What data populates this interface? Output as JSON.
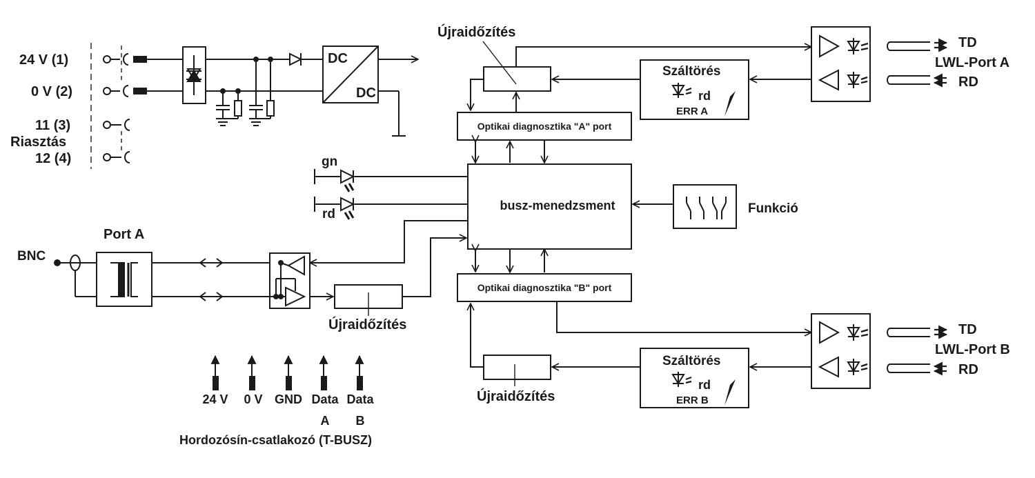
{
  "power": {
    "terminal_24v": "24 V (1)",
    "terminal_0v": "0 V (2)",
    "terminal_11": "11 (3)",
    "alarm": "Riasztás",
    "terminal_12": "12 (4)",
    "dc_in": "DC",
    "dc_out": "DC"
  },
  "leds": {
    "green": "gn",
    "red": "rd"
  },
  "bnc": {
    "label": "BNC",
    "port": "Port A"
  },
  "retiming": {
    "top": "Újraidőzítés",
    "middle": "Újraidőzítés",
    "bottom": "Újraidőzítés"
  },
  "diagnostics": {
    "port_a": "Optikai diagnosztika \"A\" port",
    "port_b": "Optikai diagnosztika \"B\" port"
  },
  "bus_management": "busz-menedzsment",
  "function": "Funkció",
  "fiber_break": {
    "a": {
      "title": "Száltörés",
      "led": "rd",
      "err": "ERR A"
    },
    "b": {
      "title": "Száltörés",
      "led": "rd",
      "err": "ERR B"
    }
  },
  "lwl": {
    "a": {
      "td": "TD",
      "name": "LWL-Port A",
      "rd": "RD"
    },
    "b": {
      "td": "TD",
      "name": "LWL-Port B",
      "rd": "RD"
    }
  },
  "t_bus": {
    "pins": [
      {
        "line1": "24 V",
        "line2": ""
      },
      {
        "line1": "0 V",
        "line2": ""
      },
      {
        "line1": "GND",
        "line2": ""
      },
      {
        "line1": "Data",
        "line2": "A"
      },
      {
        "line1": "Data",
        "line2": "B"
      }
    ],
    "caption": "Hordozósín-csatlakozó (T-BUSZ)"
  },
  "colors": {
    "ink": "#1a1a1a",
    "background": "#ffffff"
  }
}
